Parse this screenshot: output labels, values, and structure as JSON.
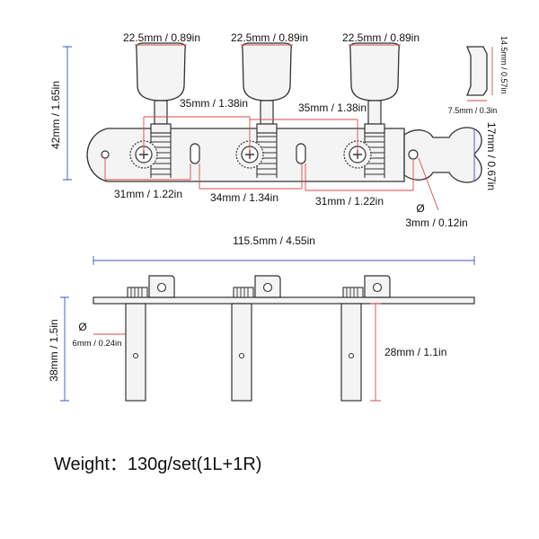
{
  "dimensions": {
    "button_width": "22.5mm / 0.89in",
    "button_depth": "14.5mm / 0.57in",
    "button_thickness": "7.5mm / 0.3in",
    "total_height": "42mm / 1.65in",
    "spacing_left": "35mm / 1.38in",
    "spacing_right": "35mm / 1.38in",
    "plate_height": "17mm / 0.67in",
    "end_left": "31mm / 1.22in",
    "middle_span": "34mm / 1.34in",
    "end_right": "31mm / 1.22in",
    "screw_hole": "3mm / 0.12in",
    "total_length": "115.5mm / 4.55in",
    "post_height": "38mm / 1.5in",
    "post_diameter": "6mm / 0.24in",
    "post_length": "28mm / 1.1in",
    "diameter_symbol": "Ø"
  },
  "weight": "Weight：130g/set(1L+1R)",
  "colors": {
    "outline": "#333333",
    "dim_blue": "#3a55c8",
    "dim_red": "#d94a4a",
    "metal": "#f4f4f4"
  }
}
